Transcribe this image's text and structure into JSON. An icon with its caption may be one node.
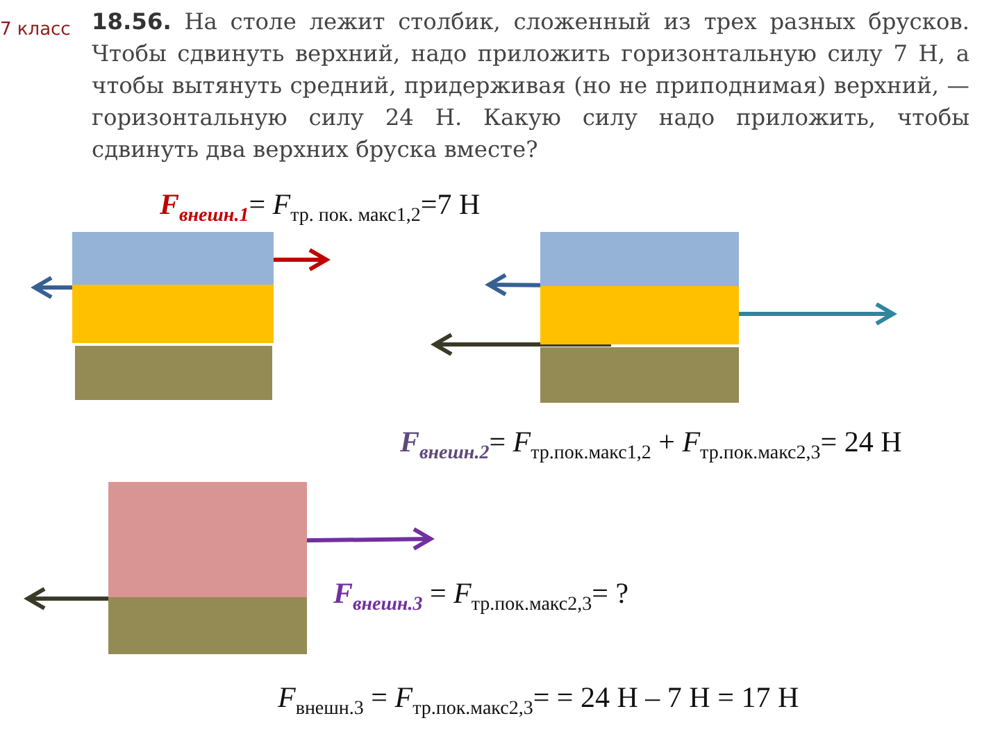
{
  "diagram": {
    "nodes": [
      {
        "text": [],
        "shape": "box"
      },
      {
        "text": [],
        "shape": "box"
      },
      {
        "text": [],
        "shape": "box"
      },
      {
        "text": [],
        "shape": "box"
      },
      {
        "text": [],
        "shape": "box"
      },
      {
        "text": [],
        "shape": "box"
      },
      {
        "text": [],
        "shape": "box"
      },
      {
        "text": [],
        "shape": "box"
      }
    ],
    "labels": [
      "7 класс",
      "**18.56.** На столе лежит столбик, сложенный из трех разных брусков. Чтобы сдвинуть верхний, надо приложить горизонтальную силу 7 Н, а чтобы вытянуть средний, придерживая (но не приподнимая) верхний, — горизонтальную силу 24 Н. Какую силу надо приложить, чтобы сдвинуть два верхних бруска вместе?",
      "**F$_{внешн.1}$**= *F*$_{тр. пок. макс1,2}$=7 Н",
      "**F$_{внешн.2}$**= *F*$_{тр.пок.макс1,2}$ + *F*$_{тр.пок.макс2,3}$= 24 Н",
      "**F$_{внешн.3}$** = *F*$_{тр.пок.макс2,3}$= ?",
      "*F*$_{внешн.3}$ = *F*$_{тр.пок.макс2,3}$= = 24 Н – 7 Н = 17 Н"
    ]
  }
}
